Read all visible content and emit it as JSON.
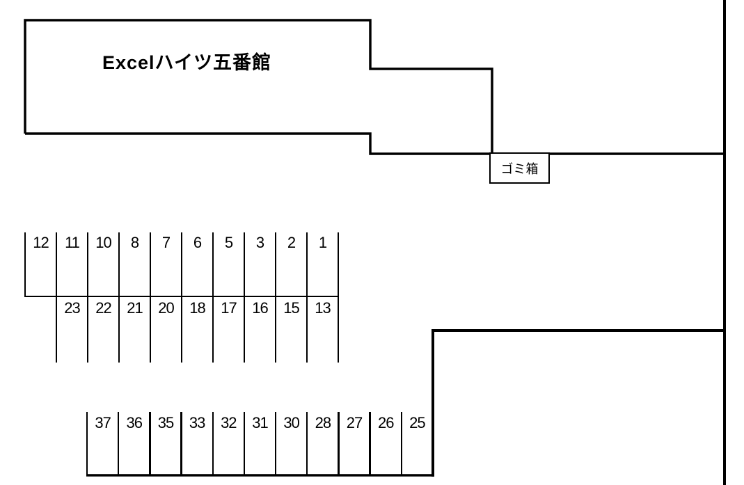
{
  "canvas": {
    "background_color": "#ffffff",
    "line_color": "#000000"
  },
  "building": {
    "title": "Excelハイツ五番館"
  },
  "trash_bin": {
    "label": "ゴミ箱"
  },
  "parking": {
    "middle_block": {
      "top_row_numbers": [
        "12",
        "11",
        "10",
        "8",
        "7",
        "6",
        "5",
        "3",
        "2",
        "1"
      ],
      "bottom_row_numbers": [
        "23",
        "22",
        "21",
        "20",
        "18",
        "17",
        "16",
        "15",
        "13"
      ]
    },
    "bottom_block": {
      "row_numbers": [
        "37",
        "36",
        "35",
        "33",
        "32",
        "31",
        "30",
        "28",
        "27",
        "26",
        "25"
      ]
    }
  }
}
